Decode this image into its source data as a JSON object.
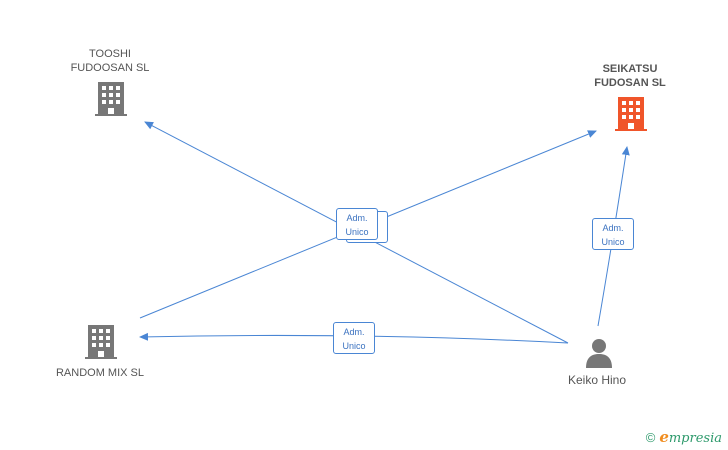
{
  "nodes": {
    "tooshi": {
      "line1": "TOOSHI",
      "line2": "FUDOOSAN SL"
    },
    "seikatsu": {
      "line1": "SEIKATSU",
      "line2": "FUDOSAN SL"
    },
    "random": {
      "label": "RANDOM MIX SL"
    },
    "person": {
      "label": "Keiko Hino"
    }
  },
  "badges": {
    "center": {
      "line1": "Adm.",
      "line2": "Unico"
    },
    "right": {
      "line1": "Adm.",
      "line2": "Unico"
    },
    "bottom": {
      "line1": "Adm.",
      "line2": "Unico"
    }
  },
  "brand": {
    "copyright": "©",
    "e": "e",
    "rest": "mpresia"
  },
  "colors": {
    "edge": "#4a86d4",
    "company": "#777777",
    "focus_company": "#f0552a",
    "person": "#777777"
  }
}
